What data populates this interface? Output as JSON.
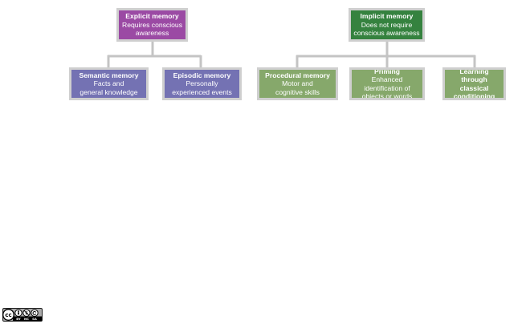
{
  "colors": {
    "explicit": "#9b4aa4",
    "implicit": "#35823f",
    "explicit_children": "#7472b3",
    "implicit_children": "#86a86b",
    "border": "#cfcfcf",
    "connector": "#c4c4c4"
  },
  "explicit": {
    "title": "Explicit memory",
    "desc": "Requires conscious\nawareness",
    "children": [
      {
        "title": "Semantic memory",
        "desc": "Facts and\ngeneral knowledge"
      },
      {
        "title": "Episodic memory",
        "desc": "Personally\nexperienced events"
      }
    ]
  },
  "implicit": {
    "title": "Implicit memory",
    "desc": "Does not require\nconscious awareness",
    "children": [
      {
        "title": "Procedural memory",
        "desc": "Motor and\ncognitive skills"
      },
      {
        "title": "Priming",
        "desc": "Enhanced\nidentification of\nobjects or words"
      },
      {
        "title": "Learning through\nclassical\nconditioning",
        "desc": ""
      }
    ]
  },
  "license": {
    "icon": "creative-commons-by-nc-sa-icon",
    "labels": [
      "BY",
      "NC",
      "SA"
    ]
  }
}
